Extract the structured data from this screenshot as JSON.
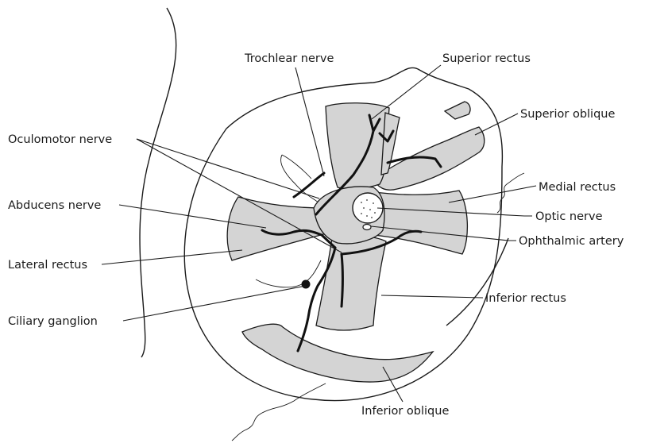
{
  "labels": {
    "trochlear_nerve": "Trochlear nerve",
    "superior_rectus": "Superior rectus",
    "superior_oblique": "Superior oblique",
    "oculomotor_nerve": "Oculomotor nerve",
    "medial_rectus": "Medial rectus",
    "abducens_nerve": "Abducens nerve",
    "optic_nerve": "Optic nerve",
    "ophthalmic_artery": "Ophthalmic artery",
    "lateral_rectus": "Lateral rectus",
    "inferior_rectus": "Inferior rectus",
    "ciliary_ganglion": "Ciliary ganglion",
    "inferior_oblique": "Inferior oblique"
  },
  "colors": {
    "muscle_fill": "#d4d4d4",
    "line": "#1a1a1a",
    "background": "#ffffff"
  }
}
